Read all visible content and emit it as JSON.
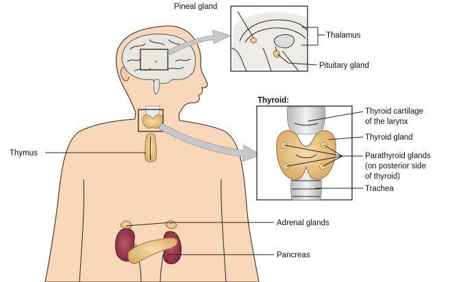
{
  "labels": {
    "pineal": "Pineal gland",
    "thalamus": "Thalamus",
    "pituitary": "Pituitary gland",
    "thyroid_heading": "Thyroid:",
    "thyroid_cartilage_1": "Thyroid cartilage",
    "thyroid_cartilage_2": "of the larynx",
    "thyroid_gland": "Thyroid gland",
    "parathyroid_1": "Parathyroid glands",
    "parathyroid_2": "(on posterior side",
    "parathyroid_3": "of thyroid)",
    "trachea": "Trachea",
    "thymus": "Thymus",
    "adrenal": "Adrenal glands",
    "pancreas": "Pancreas"
  },
  "colors": {
    "skin": "#f8d8b8",
    "skin_outline": "#5a4638",
    "gland": "#ecc68a",
    "gland_outline": "#9c7a45",
    "kidney": "#9e3c4c",
    "brain": "#e9e6e0",
    "arrow": "#c8c8c8"
  }
}
